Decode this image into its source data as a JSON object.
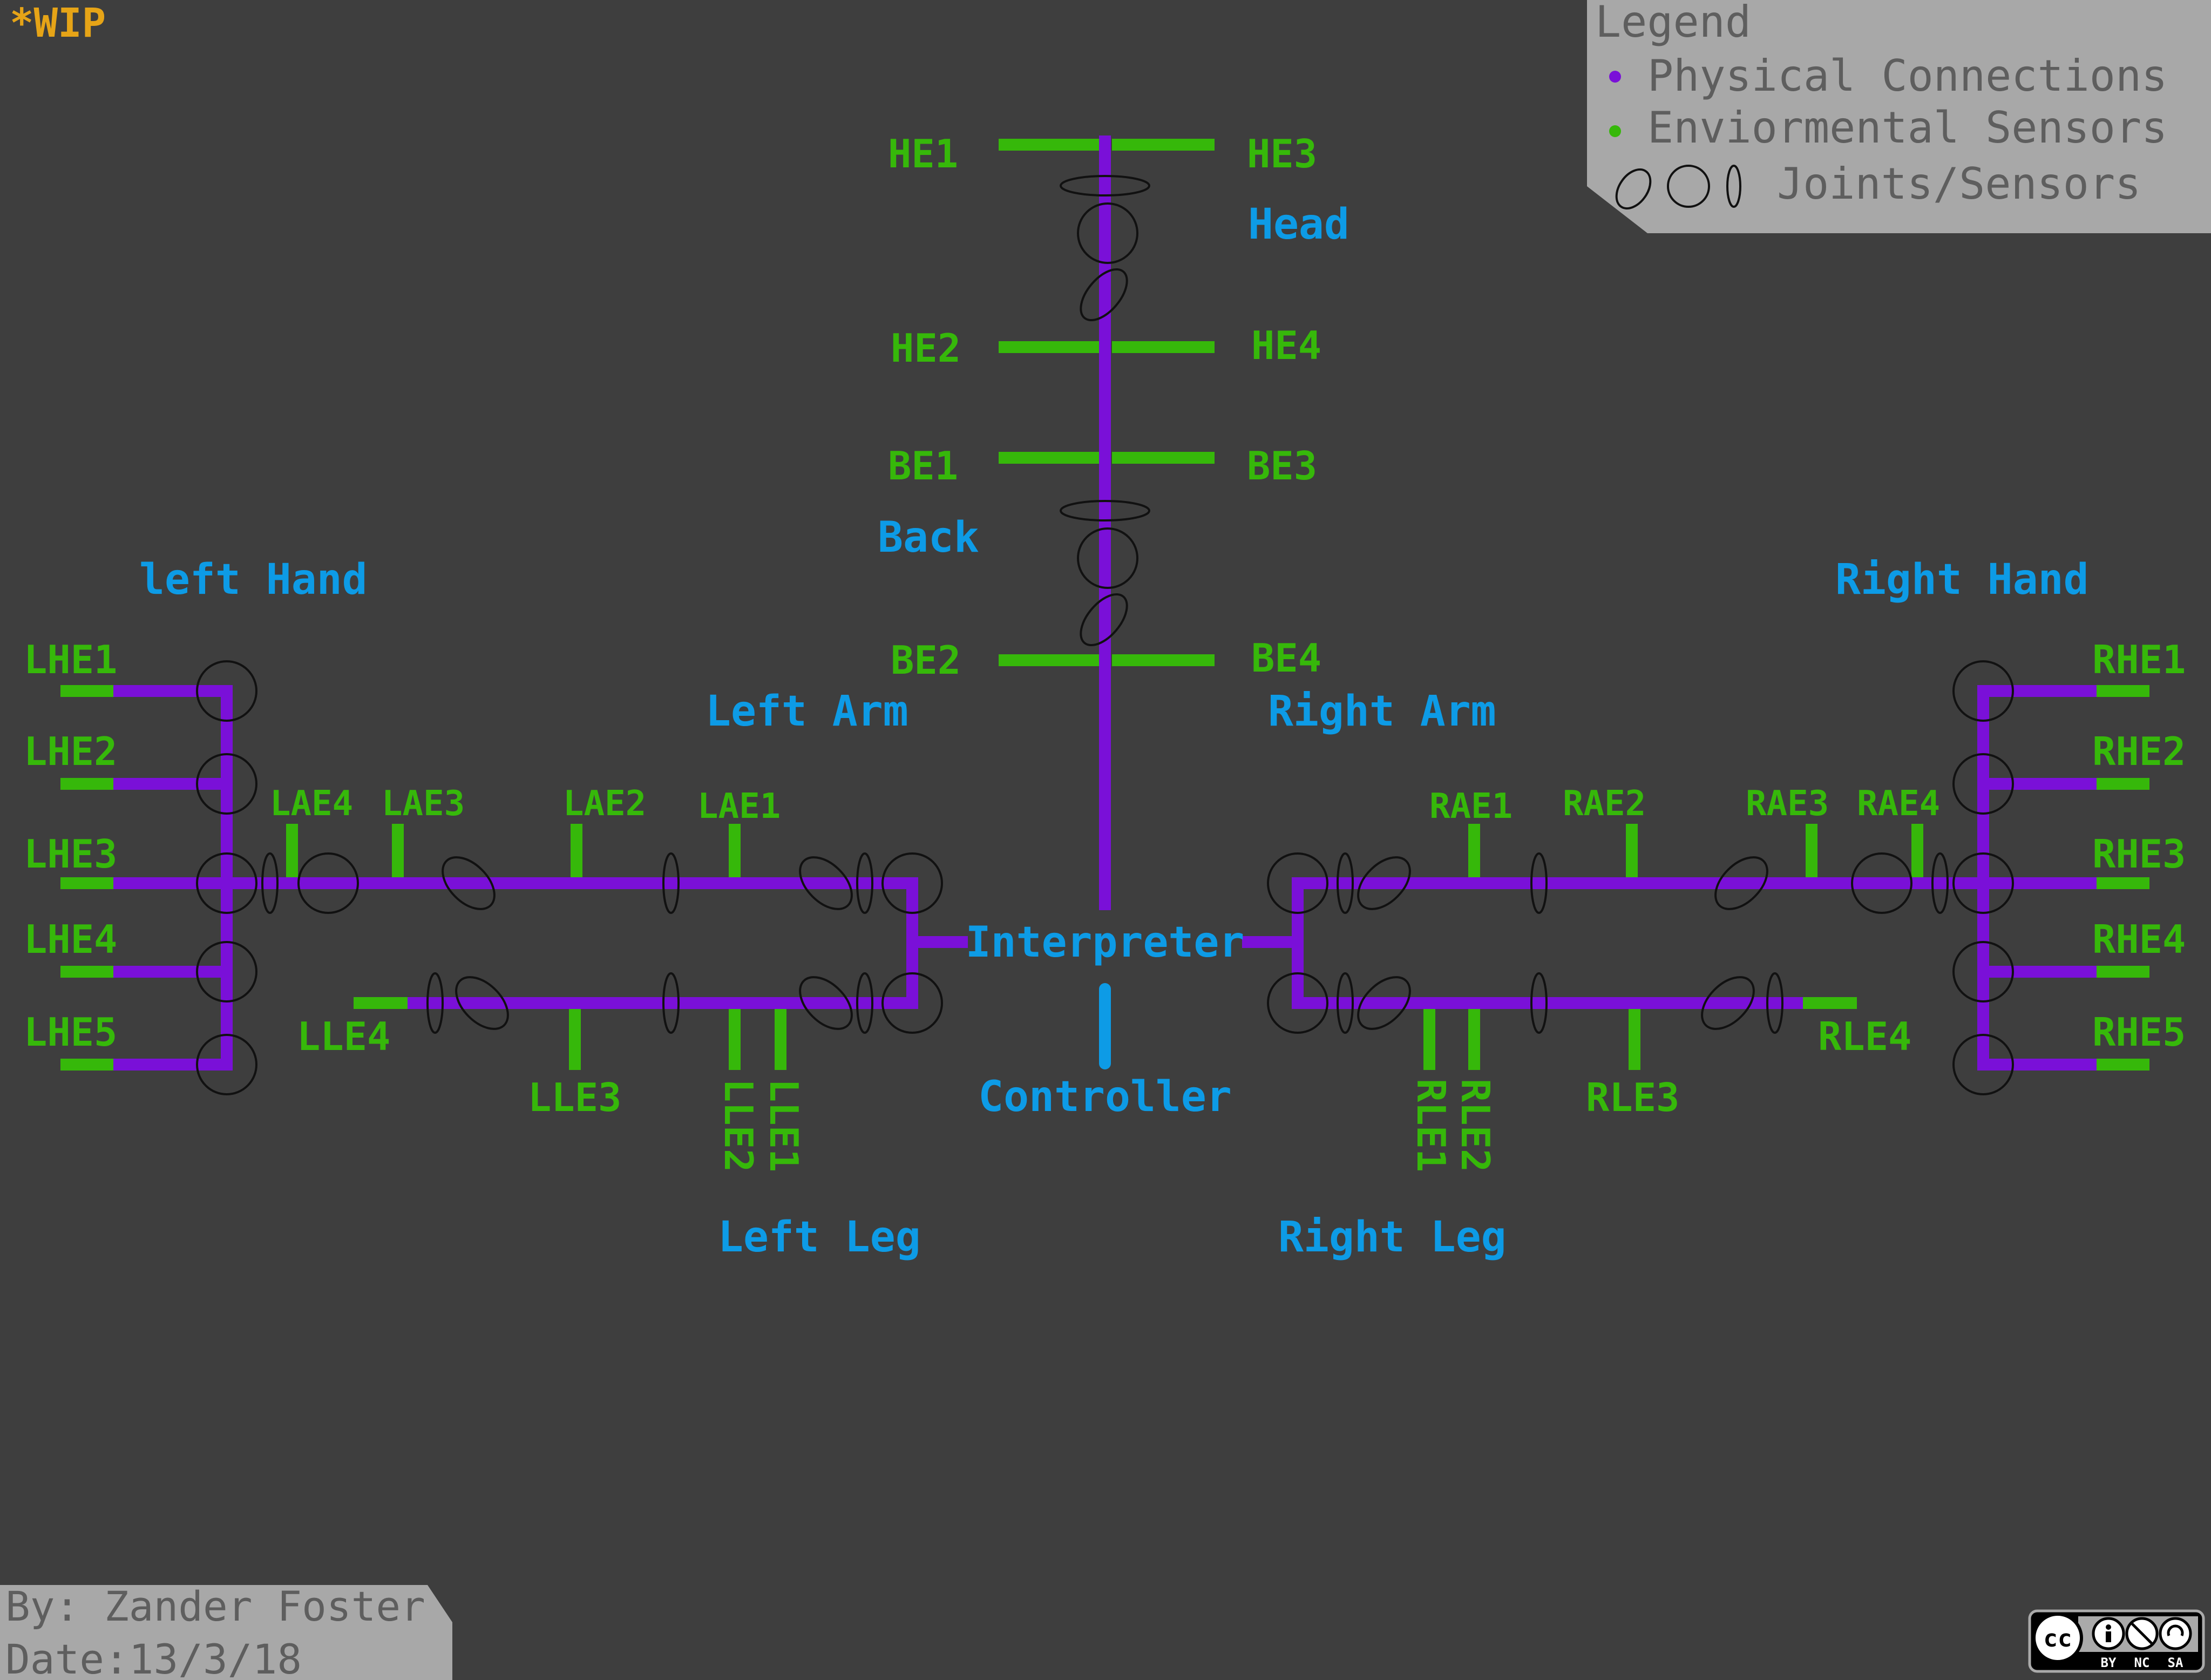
{
  "wip_label": "*WIP",
  "legend": {
    "title": "Legend",
    "items": [
      {
        "label": "Physical Connections",
        "color": "#7a10d8"
      },
      {
        "label": "Enviormental Sensors",
        "color": "#36b80a"
      },
      {
        "label": "Joints/Sensors",
        "icon": "rotation-joint-icon"
      }
    ]
  },
  "groups": {
    "head": "Head",
    "back": "Back",
    "left_hand": "left Hand",
    "right_hand": "Right Hand",
    "left_arm": "Left Arm",
    "right_arm": "Right Arm",
    "left_leg": "Left Leg",
    "right_leg": "Right Leg",
    "interpreter": "Interpreter",
    "controller": "Controller"
  },
  "sensors": {
    "head": [
      "HE1",
      "HE2",
      "HE3",
      "HE4"
    ],
    "back": [
      "BE1",
      "BE2",
      "BE3",
      "BE4"
    ],
    "left_hand": [
      "LHE1",
      "LHE2",
      "LHE3",
      "LHE4",
      "LHE5"
    ],
    "right_hand": [
      "RHE1",
      "RHE2",
      "RHE3",
      "RHE4",
      "RHE5"
    ],
    "left_arm": [
      "LAE4",
      "LAE3",
      "LAE2",
      "LAE1"
    ],
    "right_arm": [
      "RAE1",
      "RAE2",
      "RAE3",
      "RAE4"
    ],
    "left_leg": [
      "LLE4",
      "LLE3",
      "LLE2",
      "LLE1"
    ],
    "right_leg": [
      "RLE1",
      "RLE2",
      "RLE3",
      "RLE4"
    ]
  },
  "credits": {
    "author": "By: Zander Foster",
    "date": "Date:13/3/18"
  },
  "license": {
    "badge_text": "cc",
    "terms": [
      "BY",
      "NC",
      "SA"
    ]
  },
  "colors": {
    "background": "#3e3e3e",
    "physical": "#7a10d8",
    "sensor": "#36b80a",
    "group_label": "#0d9be6",
    "wip": "#e6a417",
    "panel": "#a8a8a8"
  }
}
